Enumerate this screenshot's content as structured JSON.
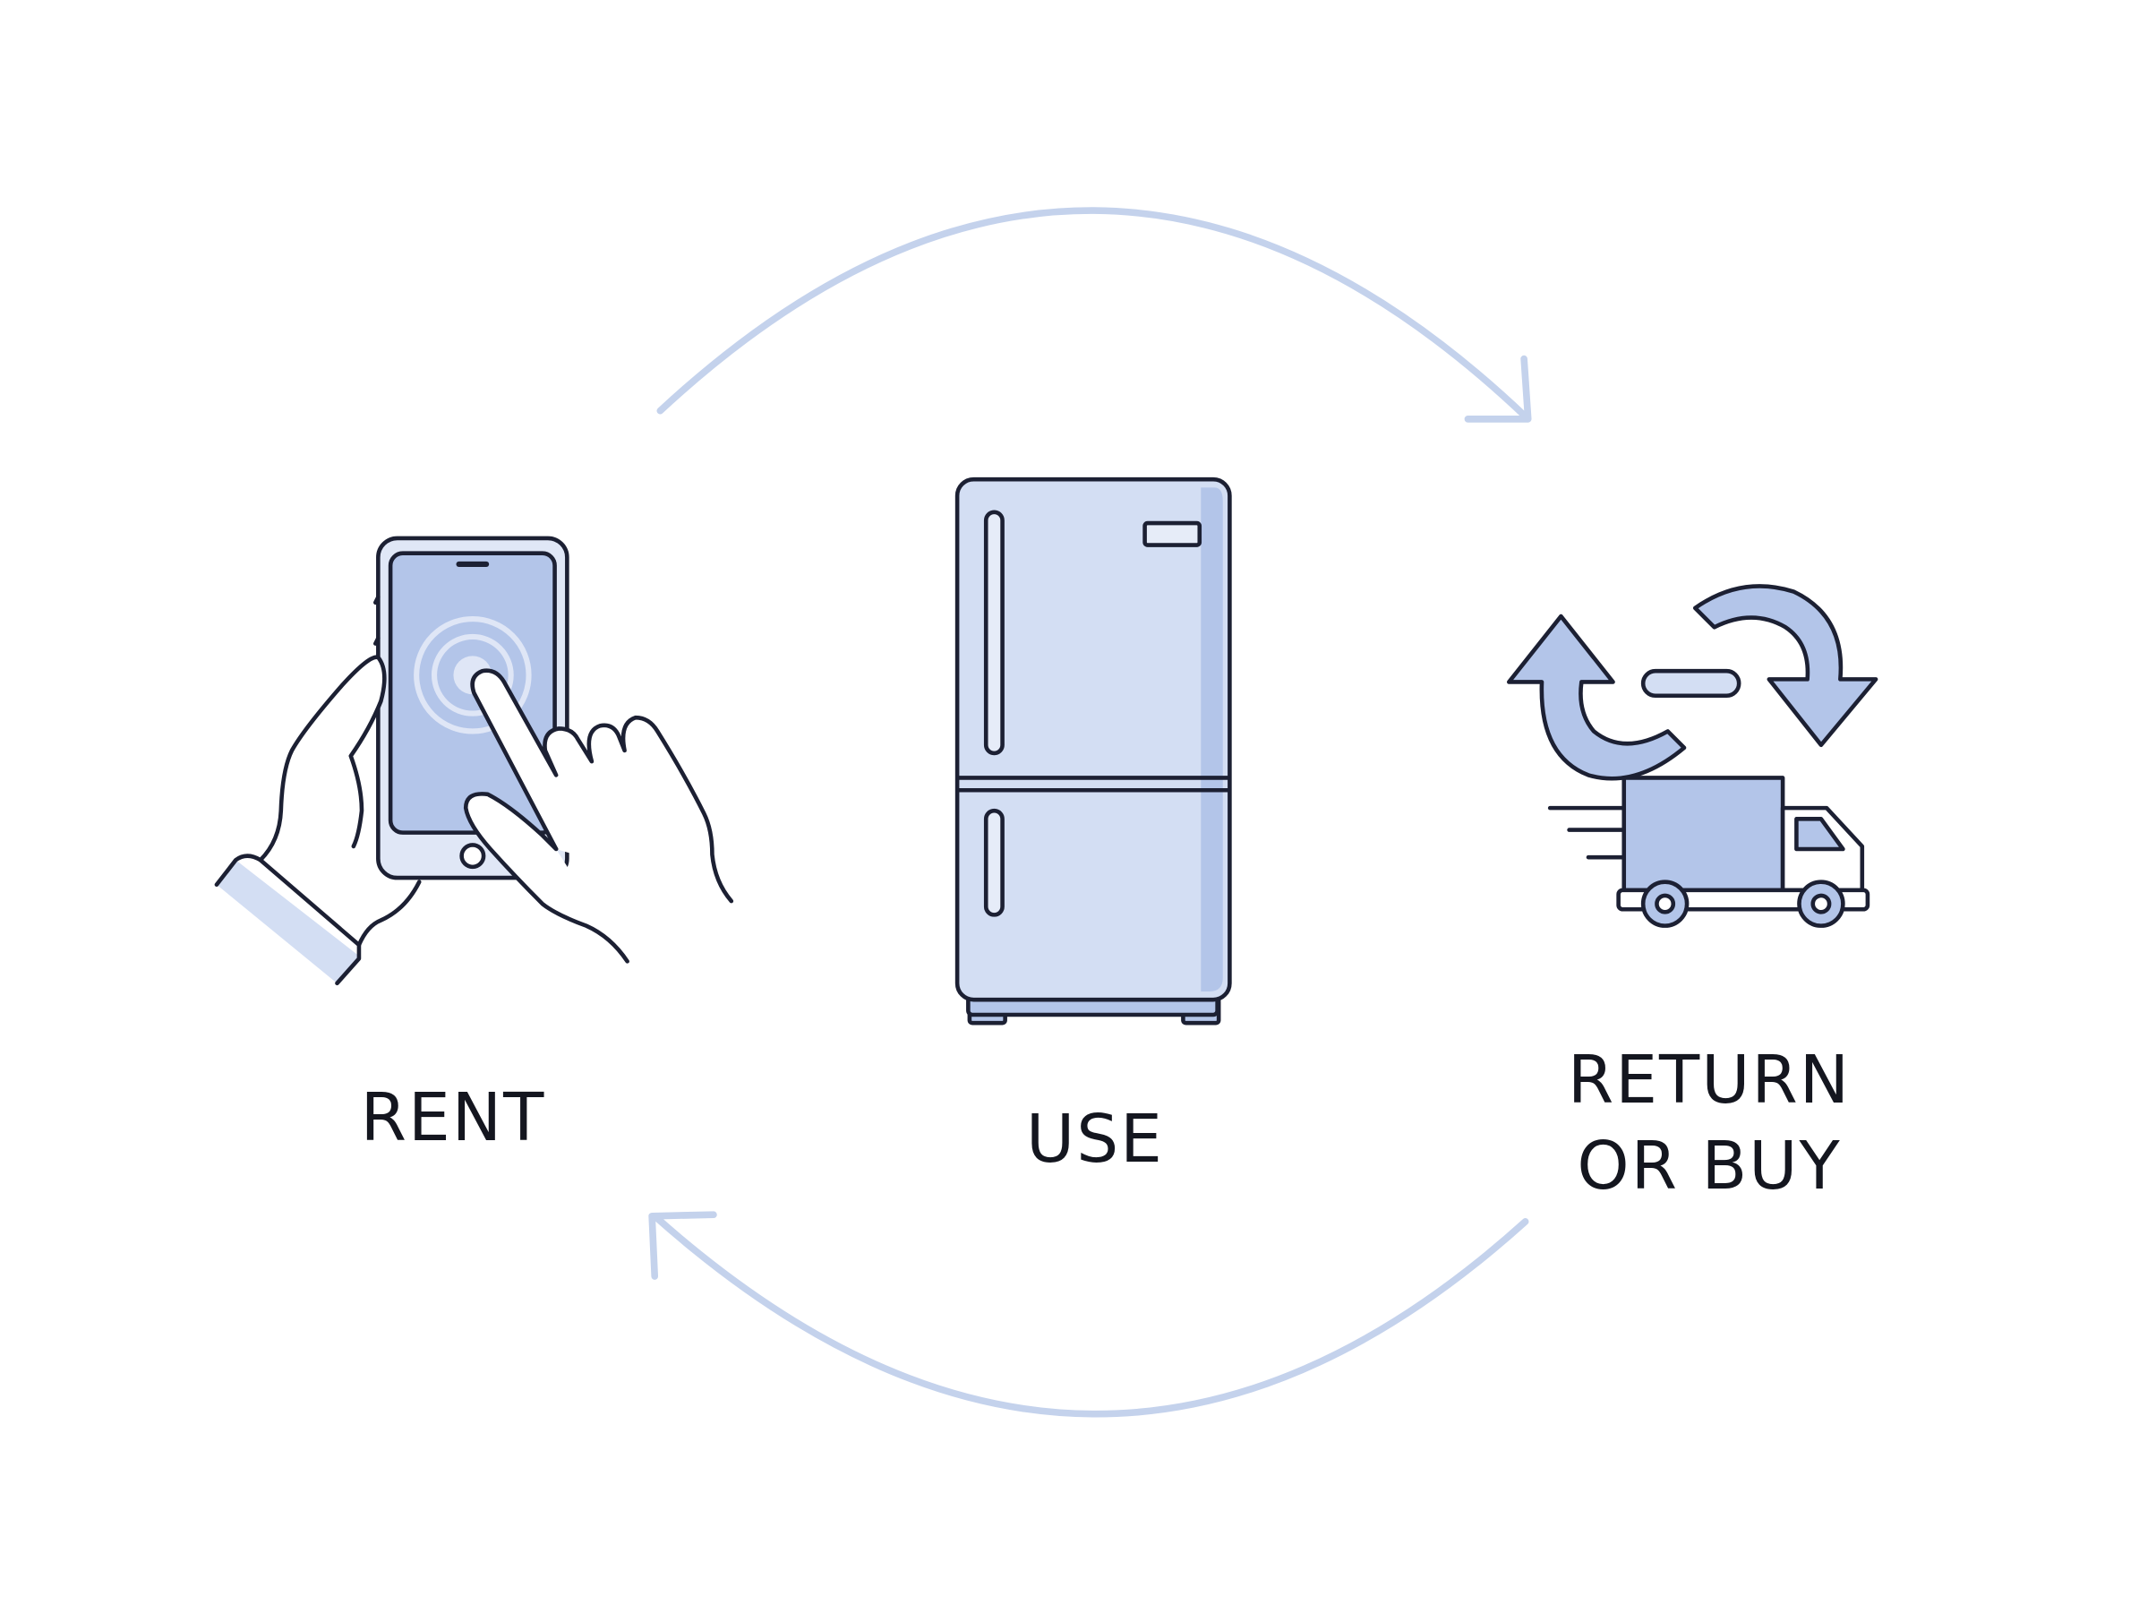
{
  "steps": [
    {
      "id": "rent",
      "label": "RENT",
      "icon": "hand-phone-icon"
    },
    {
      "id": "use",
      "label": "USE",
      "icon": "refrigerator-icon"
    },
    {
      "id": "return",
      "label_lines": [
        "RETURN",
        "OR BUY"
      ],
      "icon": "return-truck-icon"
    }
  ],
  "colors": {
    "outline": "#1c2033",
    "fill_light": "#d3def3",
    "fill_mid": "#b3c5e9",
    "cycle_arrow": "#c4d2ec",
    "background": "#ffffff"
  }
}
